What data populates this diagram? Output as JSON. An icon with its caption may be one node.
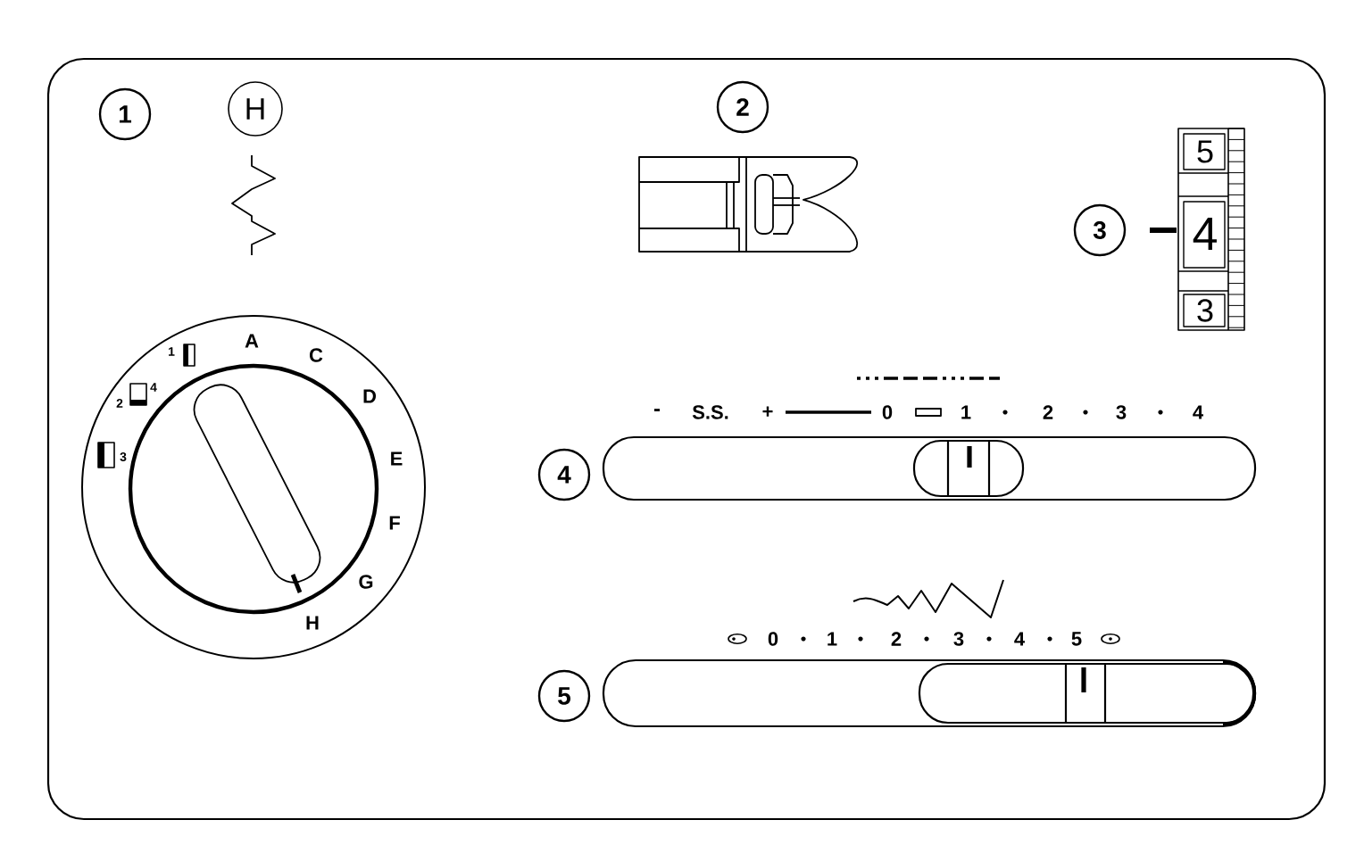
{
  "diagram": {
    "nodes": [
      {
        "text": [
          "1"
        ]
      },
      {
        "text": [
          "H"
        ]
      },
      {
        "text": [
          "2"
        ]
      },
      {
        "text": [
          "3"
        ]
      },
      {
        "text": [
          "4"
        ]
      },
      {
        "text": [
          "5"
        ]
      }
    ],
    "labels": [
      "5",
      "4",
      "3",
      "1",
      "A",
      "C",
      "2",
      "4",
      "D",
      "3",
      "E",
      "F",
      "G",
      "H",
      "-",
      "S.S.",
      "+",
      "0",
      "1",
      "2",
      "3",
      "4",
      "0",
      "1",
      "2",
      "3",
      "4",
      "5"
    ]
  }
}
